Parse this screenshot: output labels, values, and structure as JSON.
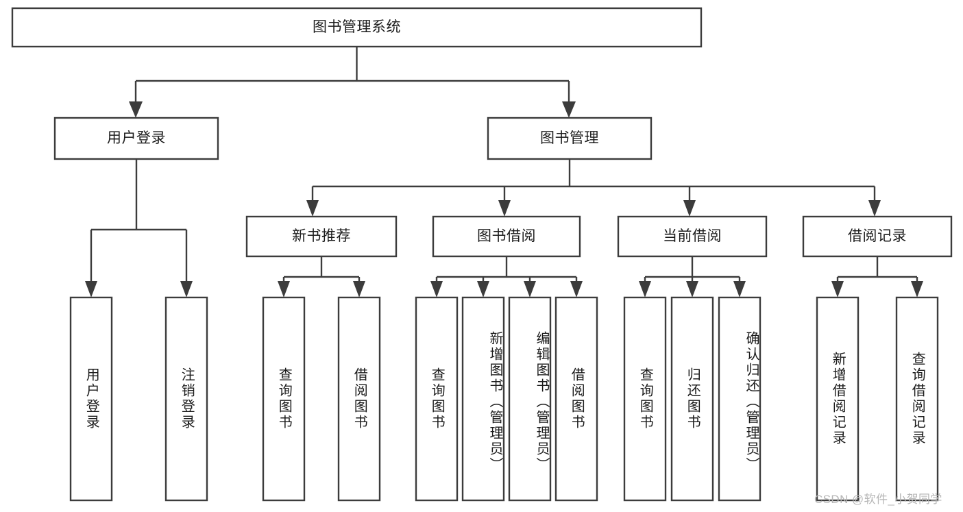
{
  "diagram": {
    "type": "tree-hierarchy-chart",
    "title": "图书管理系统",
    "orientation": "top-down",
    "colors": {
      "stroke": "#3c3c3c",
      "fill": "#ffffff",
      "text": "#1b1b1b",
      "watermark": "#b6b6b6"
    },
    "levels": {
      "root": {
        "label": "图书管理系统"
      },
      "level2": [
        {
          "label": "用户登录"
        },
        {
          "label": "图书管理"
        }
      ],
      "level3": [
        {
          "label": "新书推荐"
        },
        {
          "label": "图书借阅"
        },
        {
          "label": "当前借阅"
        },
        {
          "label": "借阅记录"
        }
      ],
      "leaves": {
        "user_login": [
          {
            "label": "用户登录"
          },
          {
            "label": "注销登录"
          }
        ],
        "new_book_recommend": [
          {
            "label": "查询图书"
          },
          {
            "label": "借阅图书"
          }
        ],
        "book_borrow": [
          {
            "label": "查询图书"
          },
          {
            "label": "新增图书（管理员）"
          },
          {
            "label": "编辑图书（管理员）"
          },
          {
            "label": "借阅图书"
          }
        ],
        "current_borrow": [
          {
            "label": "查询图书"
          },
          {
            "label": "归还图书"
          },
          {
            "label": "确认归还（管理员）"
          }
        ],
        "borrow_record": [
          {
            "label": "新增借阅记录"
          },
          {
            "label": "查询借阅记录"
          }
        ]
      }
    }
  },
  "watermark": {
    "text": "CSDN @软件_小贺同学"
  }
}
